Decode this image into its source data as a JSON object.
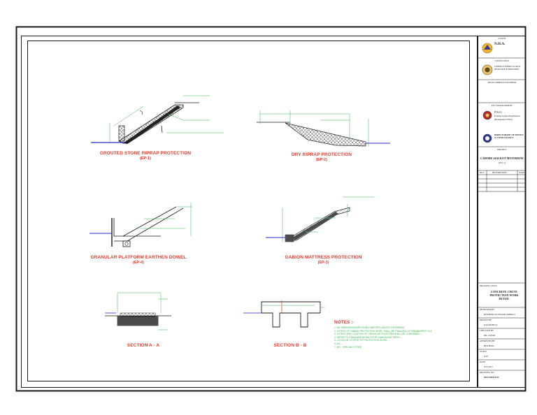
{
  "drawings": [
    {
      "title": "GROUTED STONE RIPRAP PROTECTION",
      "code": "(EP-1)"
    },
    {
      "title": "DRY RIPRAP PROTECTION",
      "code": "(EP-2)"
    },
    {
      "title": "GRANULAR PLATFORM EARTHEN DOWEL",
      "code": "(EP-4)"
    },
    {
      "title": "GABION MATTRESS PROTECTION",
      "code": "(EP-3)"
    },
    {
      "title": "SECTION A - A",
      "code": ""
    },
    {
      "title": "SECTION B - B",
      "code": ""
    }
  ],
  "notes": {
    "heading": "NOTES :-",
    "items": [
      "1.  ALL DIMENSIONS ARE IN MILLIMETERS UNLESS OTHERWISE",
      "2.  EXTENT OF GABION PROTECTION WORK SHALL BE FINALIZED AT EMBANKMENT SLOPE ...",
      "3.  EXTENT AND LOCATION OF GRANULAR PLATFORM SHALL BE CONFIRMED ...",
      "4.  REFER TO STANDARD DETAILS FOR GABION MATTRESS ...",
      "5.  LOCATION / EXTENT OF PROTECTION WORK ...",
      "6.  ALL ...",
      "7.  NO... SPACING STONE"
    ]
  },
  "title_block": {
    "client_label": "CLIENT",
    "client_name": "N.H.A.",
    "consultant_label": "CONSULTANT",
    "consultant_name": "LIMEM SCHEME-NCAEST DESIGNER & BUILDERS",
    "dev_label": "DEVELOPMENT ENGINEER",
    "mgmt_label": "EPC MANAGEMENT",
    "pwo_name": "P.W.O.",
    "pwo_line1": "Frontier Works Organization",
    "pwo_line2": "(Headquarter FWO)",
    "directorate": "DIRECTORATE OF DESIGN & CONSULTANCY",
    "project_label": "PROJECT",
    "project_name": "LAHORE SIALKOT MOTORWAY",
    "project_code": "(ECI-1)",
    "rev_head": [
      "REV",
      "DESCRIPTION",
      "DATE"
    ],
    "drawing_label": "DRAWING TITLE",
    "drawing_title": "CONCRETE CHUTE PROTECTION WORK DETAIL",
    "rows": [
      {
        "label": "DESIGNED BY",
        "value": "BUKHARI ZULFIQAR (ABBAS)"
      },
      {
        "label": "DRAWN BY",
        "value": "KALIM BEGT"
      },
      {
        "label": "CHECKED BY",
        "value": "DR. ZAFAR"
      },
      {
        "label": "APPROVED BY",
        "value": "BUKHARI"
      },
      {
        "label": "SCALE",
        "value": "NTS"
      },
      {
        "label": "DATE",
        "value": "JUN 2017"
      },
      {
        "label": "DRAWING NO.",
        "value": "ED/LSM/DT/03"
      }
    ]
  },
  "colors": {
    "frame": "#1a1a1a",
    "leader": "#39b54a",
    "title": "#e53b2e",
    "water": "#2b2bd6",
    "hatch": "#444444"
  }
}
